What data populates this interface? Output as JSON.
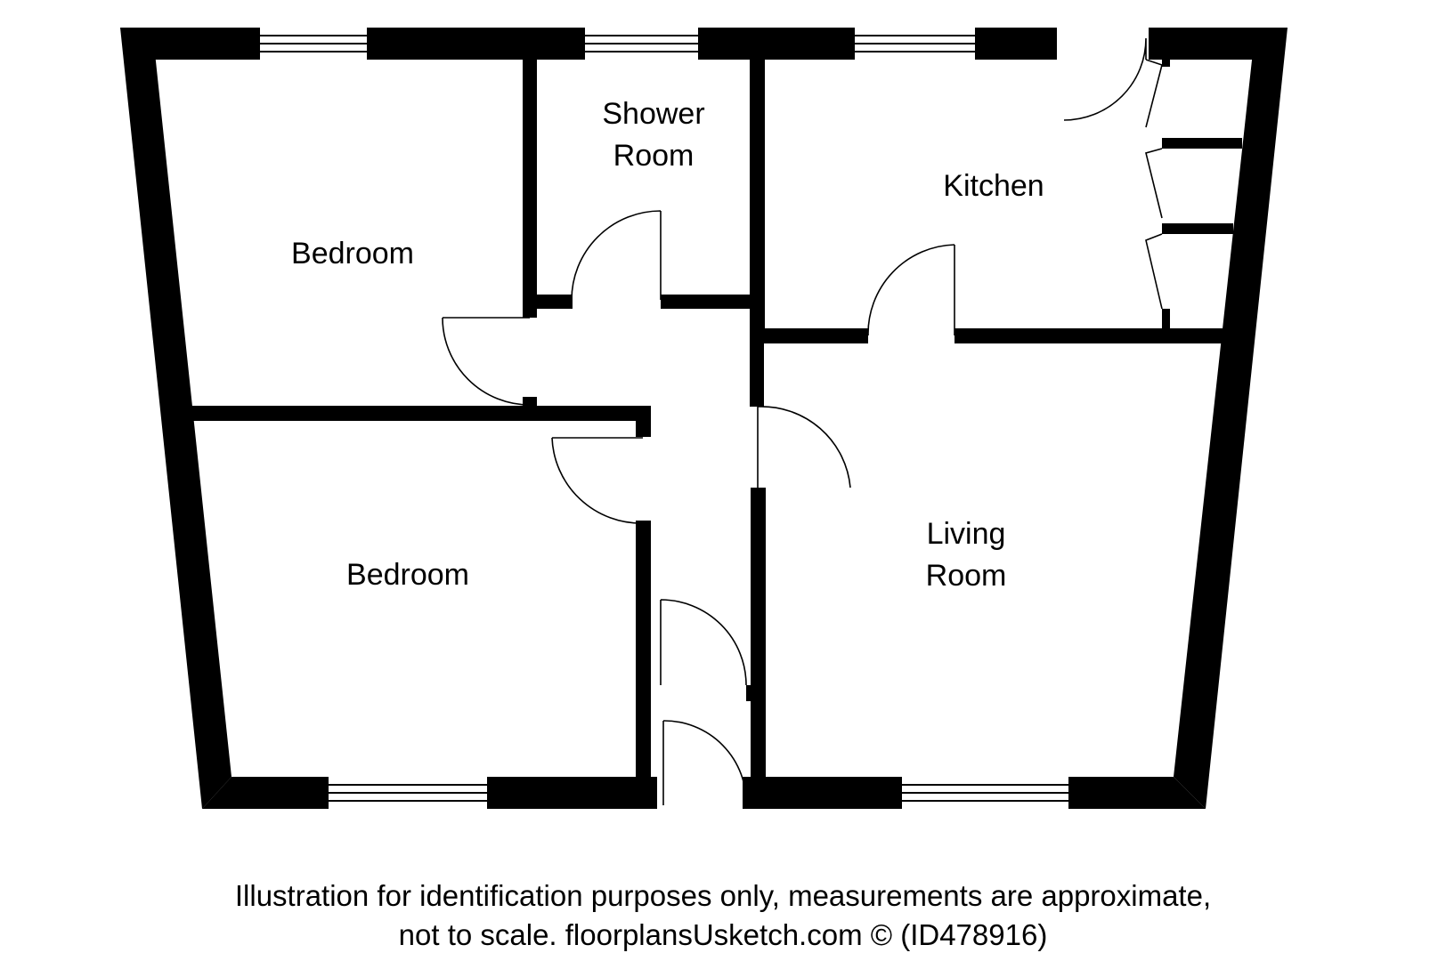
{
  "colors": {
    "wall": "#000000",
    "background": "#ffffff",
    "line": "#000000"
  },
  "rooms": {
    "bedroom_upper": "Bedroom",
    "shower_room_line1": "Shower",
    "shower_room_line2": "Room",
    "kitchen": "Kitchen",
    "bedroom_lower": "Bedroom",
    "living_room_line1": "Living",
    "living_room_line2": "Room"
  },
  "disclaimer": {
    "line1": "Illustration for identification purposes only, measurements are approximate,",
    "line2": "not to scale. floorplansUsketch.com © (ID478916)"
  }
}
